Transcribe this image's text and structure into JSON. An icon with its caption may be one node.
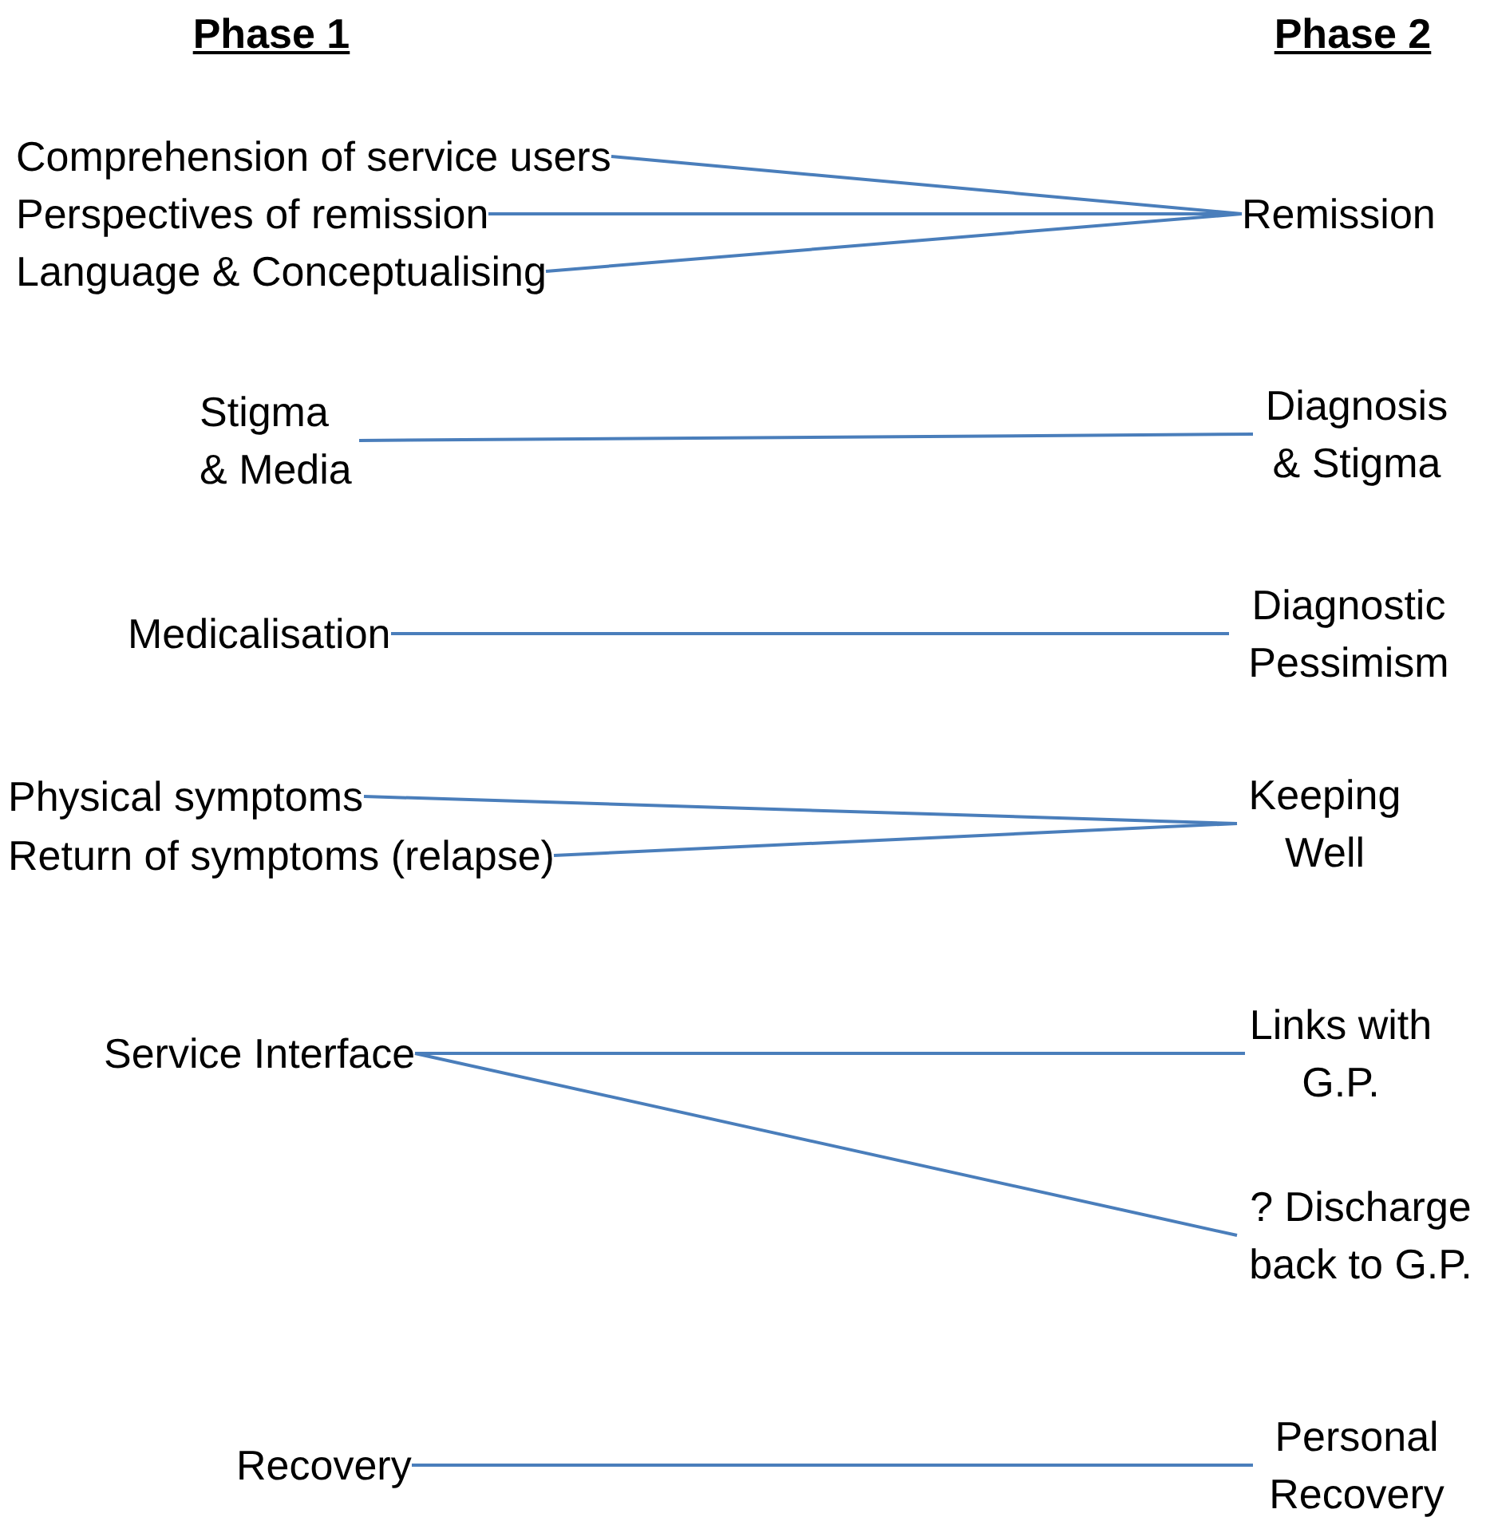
{
  "diagram": {
    "nodes": [
      {
        "text": [
          "Comprehension of service users"
        ]
      },
      {
        "text": [
          "Perspectives of remission"
        ]
      },
      {
        "text": [
          "Language & Conceptualising"
        ]
      },
      {
        "text": [
          "Remission"
        ]
      },
      {
        "text": [
          "Stigma & Media"
        ]
      },
      {
        "text": [
          "Diagnosis & Stigma"
        ]
      },
      {
        "text": [
          "Medicalisation"
        ]
      },
      {
        "text": [
          "Diagnostic Pessimism"
        ]
      },
      {
        "text": [
          "Physical symptoms"
        ]
      },
      {
        "text": [
          "Return of symptoms (relapse)"
        ]
      },
      {
        "text": [
          "Keeping Well"
        ]
      },
      {
        "text": [
          "Service Interface"
        ]
      },
      {
        "text": [
          "Links with G.P."
        ]
      },
      {
        "text": [
          "? Discharge back to G.P."
        ]
      },
      {
        "text": [
          "Recovery"
        ]
      },
      {
        "text": [
          "Personal Recovery"
        ]
      }
    ],
    "edges": [
      {
        "from": 0,
        "to": 3,
        "arrow": "none"
      },
      {
        "from": 1,
        "to": 3,
        "arrow": "none"
      },
      {
        "from": 2,
        "to": 3,
        "arrow": "none"
      },
      {
        "from": 4,
        "to": 5,
        "arrow": "none"
      },
      {
        "from": 6,
        "to": 7,
        "arrow": "none"
      },
      {
        "from": 8,
        "to": 10,
        "arrow": "none"
      },
      {
        "from": 9,
        "to": 10,
        "arrow": "none"
      },
      {
        "from": 11,
        "to": 12,
        "arrow": "none"
      },
      {
        "from": 11,
        "to": 13,
        "arrow": "none"
      },
      {
        "from": 14,
        "to": 15,
        "arrow": "none"
      }
    ],
    "labels": [
      "Phase 1",
      "Phase 2"
    ]
  }
}
